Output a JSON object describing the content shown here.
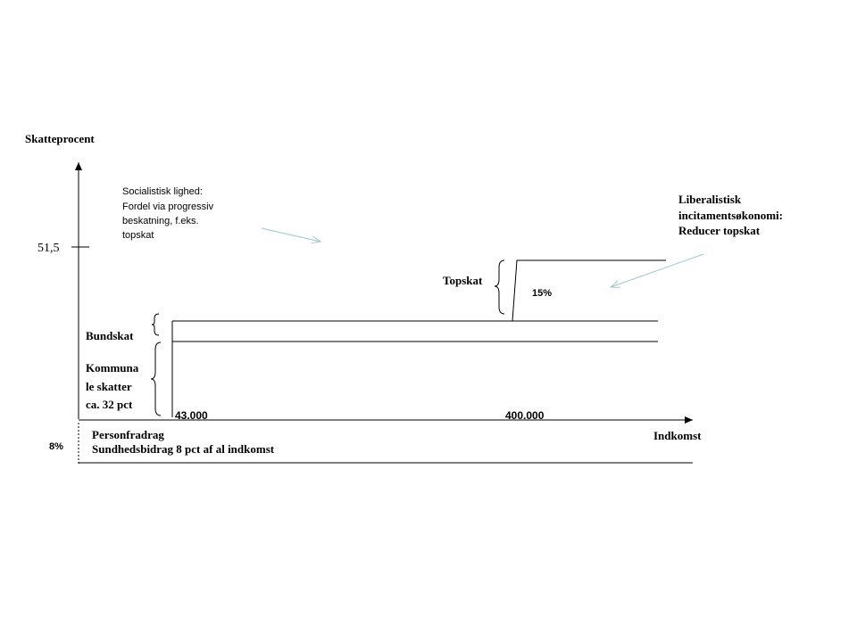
{
  "y_axis": {
    "title": "Skatteprocent",
    "tick_label": "51,5",
    "below_label": "8%"
  },
  "x_axis": {
    "title": "Indkomst",
    "threshold_low": "43.000",
    "threshold_high": "400.000"
  },
  "brackets": {
    "bundskat": "Bundskat",
    "kommunal": [
      "Kommuna",
      "le skatter",
      "ca. 32 pct"
    ],
    "topskat": "Topskat",
    "topskat_rate": "15%"
  },
  "bottom": {
    "personfradrag": "Personfradrag",
    "sundhedsbidrag": "Sundhedsbidrag 8 pct af al indkomst"
  },
  "annotations": {
    "socialist": [
      "Socialistisk lighed:",
      "Fordel via progressiv",
      "beskatning, f.eks.",
      "topskat"
    ],
    "liberal": [
      "Liberalistisk",
      "incitamentsøkonomi:",
      "Reducer topskat"
    ]
  },
  "colors": {
    "arrow_annotation": "#9cc6cc",
    "lines": "#000000"
  }
}
